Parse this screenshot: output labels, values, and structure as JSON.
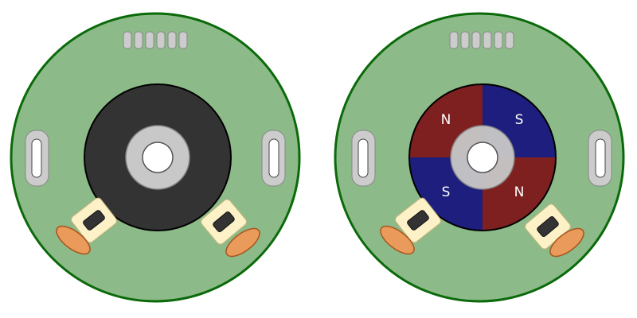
{
  "colors": {
    "board_fill": "#8cba88",
    "board_stroke": "#0a6a0a",
    "magnet_plain": "#333333",
    "magnet_north": "#7e2020",
    "magnet_south": "#1e1e7e",
    "hub": "#c8c8c8",
    "bore": "#ffffff",
    "slot_fill": "#cccccc",
    "sensor_fill": "#fdf1c8",
    "sensor_chip": "#333333",
    "cap_fill": "#ea9a5a",
    "cap_stroke": "#a8561e",
    "pin_fill": "#cccccc"
  },
  "left_encoder": {
    "magnet": "plain"
  },
  "right_encoder": {
    "magnet": "quadrant",
    "poles": {
      "top_left": "N",
      "top_right": "S",
      "bottom_left": "S",
      "bottom_right": "N"
    }
  }
}
